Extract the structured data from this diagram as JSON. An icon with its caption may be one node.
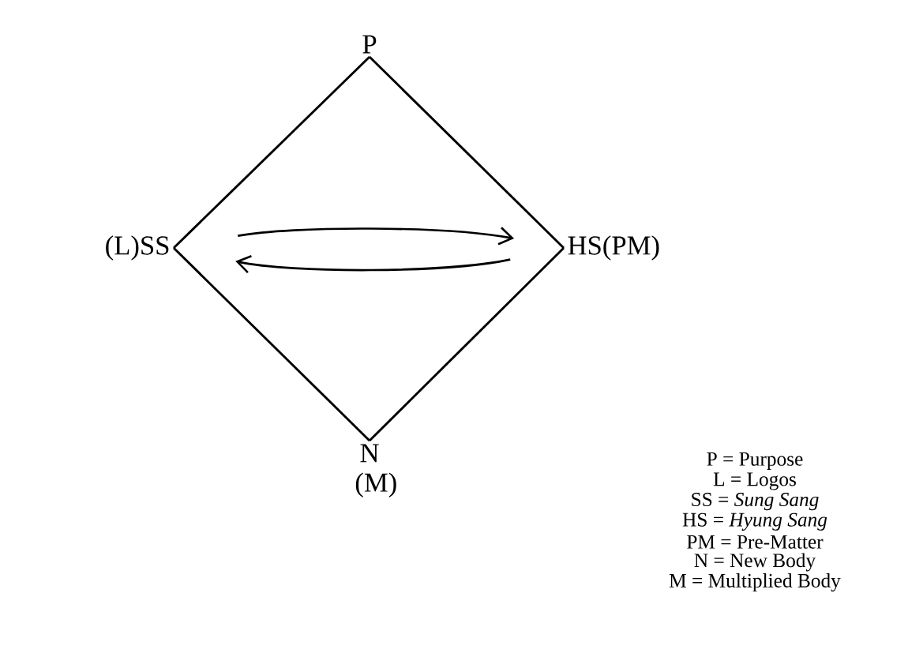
{
  "diagram": {
    "nodes": [
      {
        "text": [
          "P"
        ]
      },
      {
        "text": [
          "(L)SS"
        ]
      },
      {
        "text": [
          "HS(PM)"
        ]
      },
      {
        "text": [
          "N (M)"
        ]
      }
    ],
    "edges": [
      {
        "from": 0,
        "to": 2,
        "arrow": "none"
      },
      {
        "from": 2,
        "to": 3,
        "arrow": "none"
      },
      {
        "from": 3,
        "to": 1,
        "arrow": "none"
      },
      {
        "from": 1,
        "to": 0,
        "arrow": "none"
      },
      {
        "from": 1,
        "to": 2,
        "arrow": "to"
      },
      {
        "from": 2,
        "to": 1,
        "arrow": "to"
      }
    ],
    "labels": [
      "P = Purpose",
      "L = Logos",
      "SS = *Sung Sang*",
      "HS = *Hyung Sang*",
      "PM = Pre-Matter",
      "N = New Body",
      "M = Multiplied Body"
    ]
  }
}
